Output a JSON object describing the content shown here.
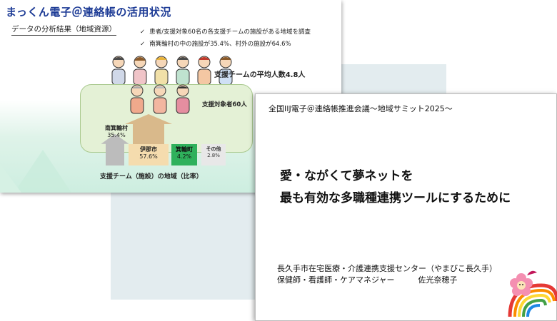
{
  "slide1": {
    "title": "まっくん電子＠連絡帳の活用状況",
    "subtitle": "データの分析結果（地域資源）",
    "bullets": [
      "患者/支援対象60名の各支援チームの施設がある地域を調査",
      "南箕輪村の中の施設が35.4%、村外の施設が64.6%"
    ],
    "team_average": "支援チームの平均人数4.8人",
    "target_count": "支援対象者60人",
    "chart_caption": "支援チーム（施設）の地域（比率）",
    "chart_data": {
      "type": "bar",
      "categories": [
        "南箕輪村",
        "伊那市",
        "箕輪町",
        "その他"
      ],
      "labels": [
        "35.4%",
        "57.6%",
        "4.2%",
        "2.8%"
      ],
      "values": [
        35.4,
        57.6,
        4.2,
        2.8
      ],
      "colors": [
        "#bcbcbc",
        "#d9b98b",
        "#21a84f",
        "#cfcfcf"
      ]
    }
  },
  "slide2": {
    "header": "全国IIJ電子＠連絡帳推進会議～地域サミット2025～",
    "main_lines": [
      "愛・ながくて夢ネットを",
      "最も有効な多職種連携ツールにするために"
    ],
    "org_lines": [
      "長久手市在宅医療・介護連携支援センター（やまびこ長久手）",
      "保健師・看護師・ケアマネジャー　　　佐光奈穂子"
    ]
  },
  "icons": {
    "check": "check-icon",
    "person": "person-icon",
    "logo": "mascot-logo"
  }
}
